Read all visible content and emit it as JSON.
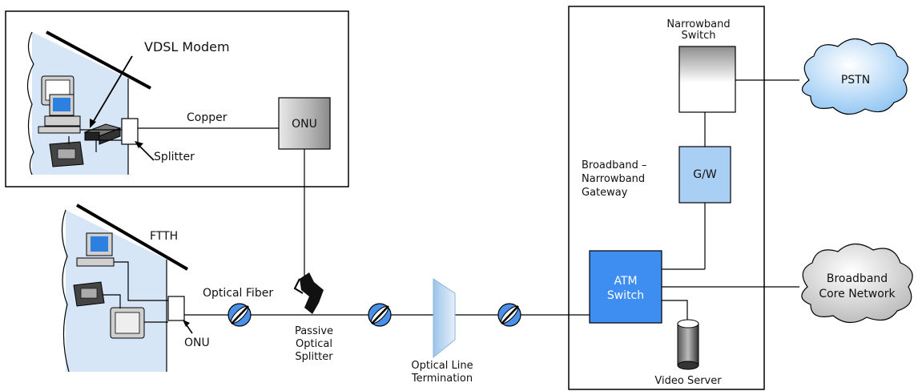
{
  "labels": {
    "vdsl_modem": "VDSL Modem",
    "copper": "Copper",
    "onu_box": "ONU",
    "splitter": "Splitter",
    "ftth": "FTTH",
    "optical_fiber": "Optical Fiber",
    "onu_home": "ONU",
    "passive_optical_splitter": [
      "Passive",
      "Optical",
      "Splitter"
    ],
    "optical_line_termination": [
      "Optical Line",
      "Termination"
    ],
    "narrowband_switch": [
      "Narrowband",
      "Switch"
    ],
    "gateway_desc": [
      "Broadband –",
      "Narrowband",
      "Gateway"
    ],
    "gateway_box": "G/W",
    "atm_switch": [
      "ATM",
      "Switch"
    ],
    "video_server": "Video Server",
    "pstn": "PSTN",
    "broadband_core": [
      "Broadband",
      "Core Network"
    ]
  },
  "colors": {
    "atm_blue": "#3d8ef0",
    "gw_blue": "#a9cff5",
    "pstn_cloud": "#bfe0fb",
    "core_cloud": "#d6d6d6",
    "house_blue": "#d6e6f7"
  }
}
